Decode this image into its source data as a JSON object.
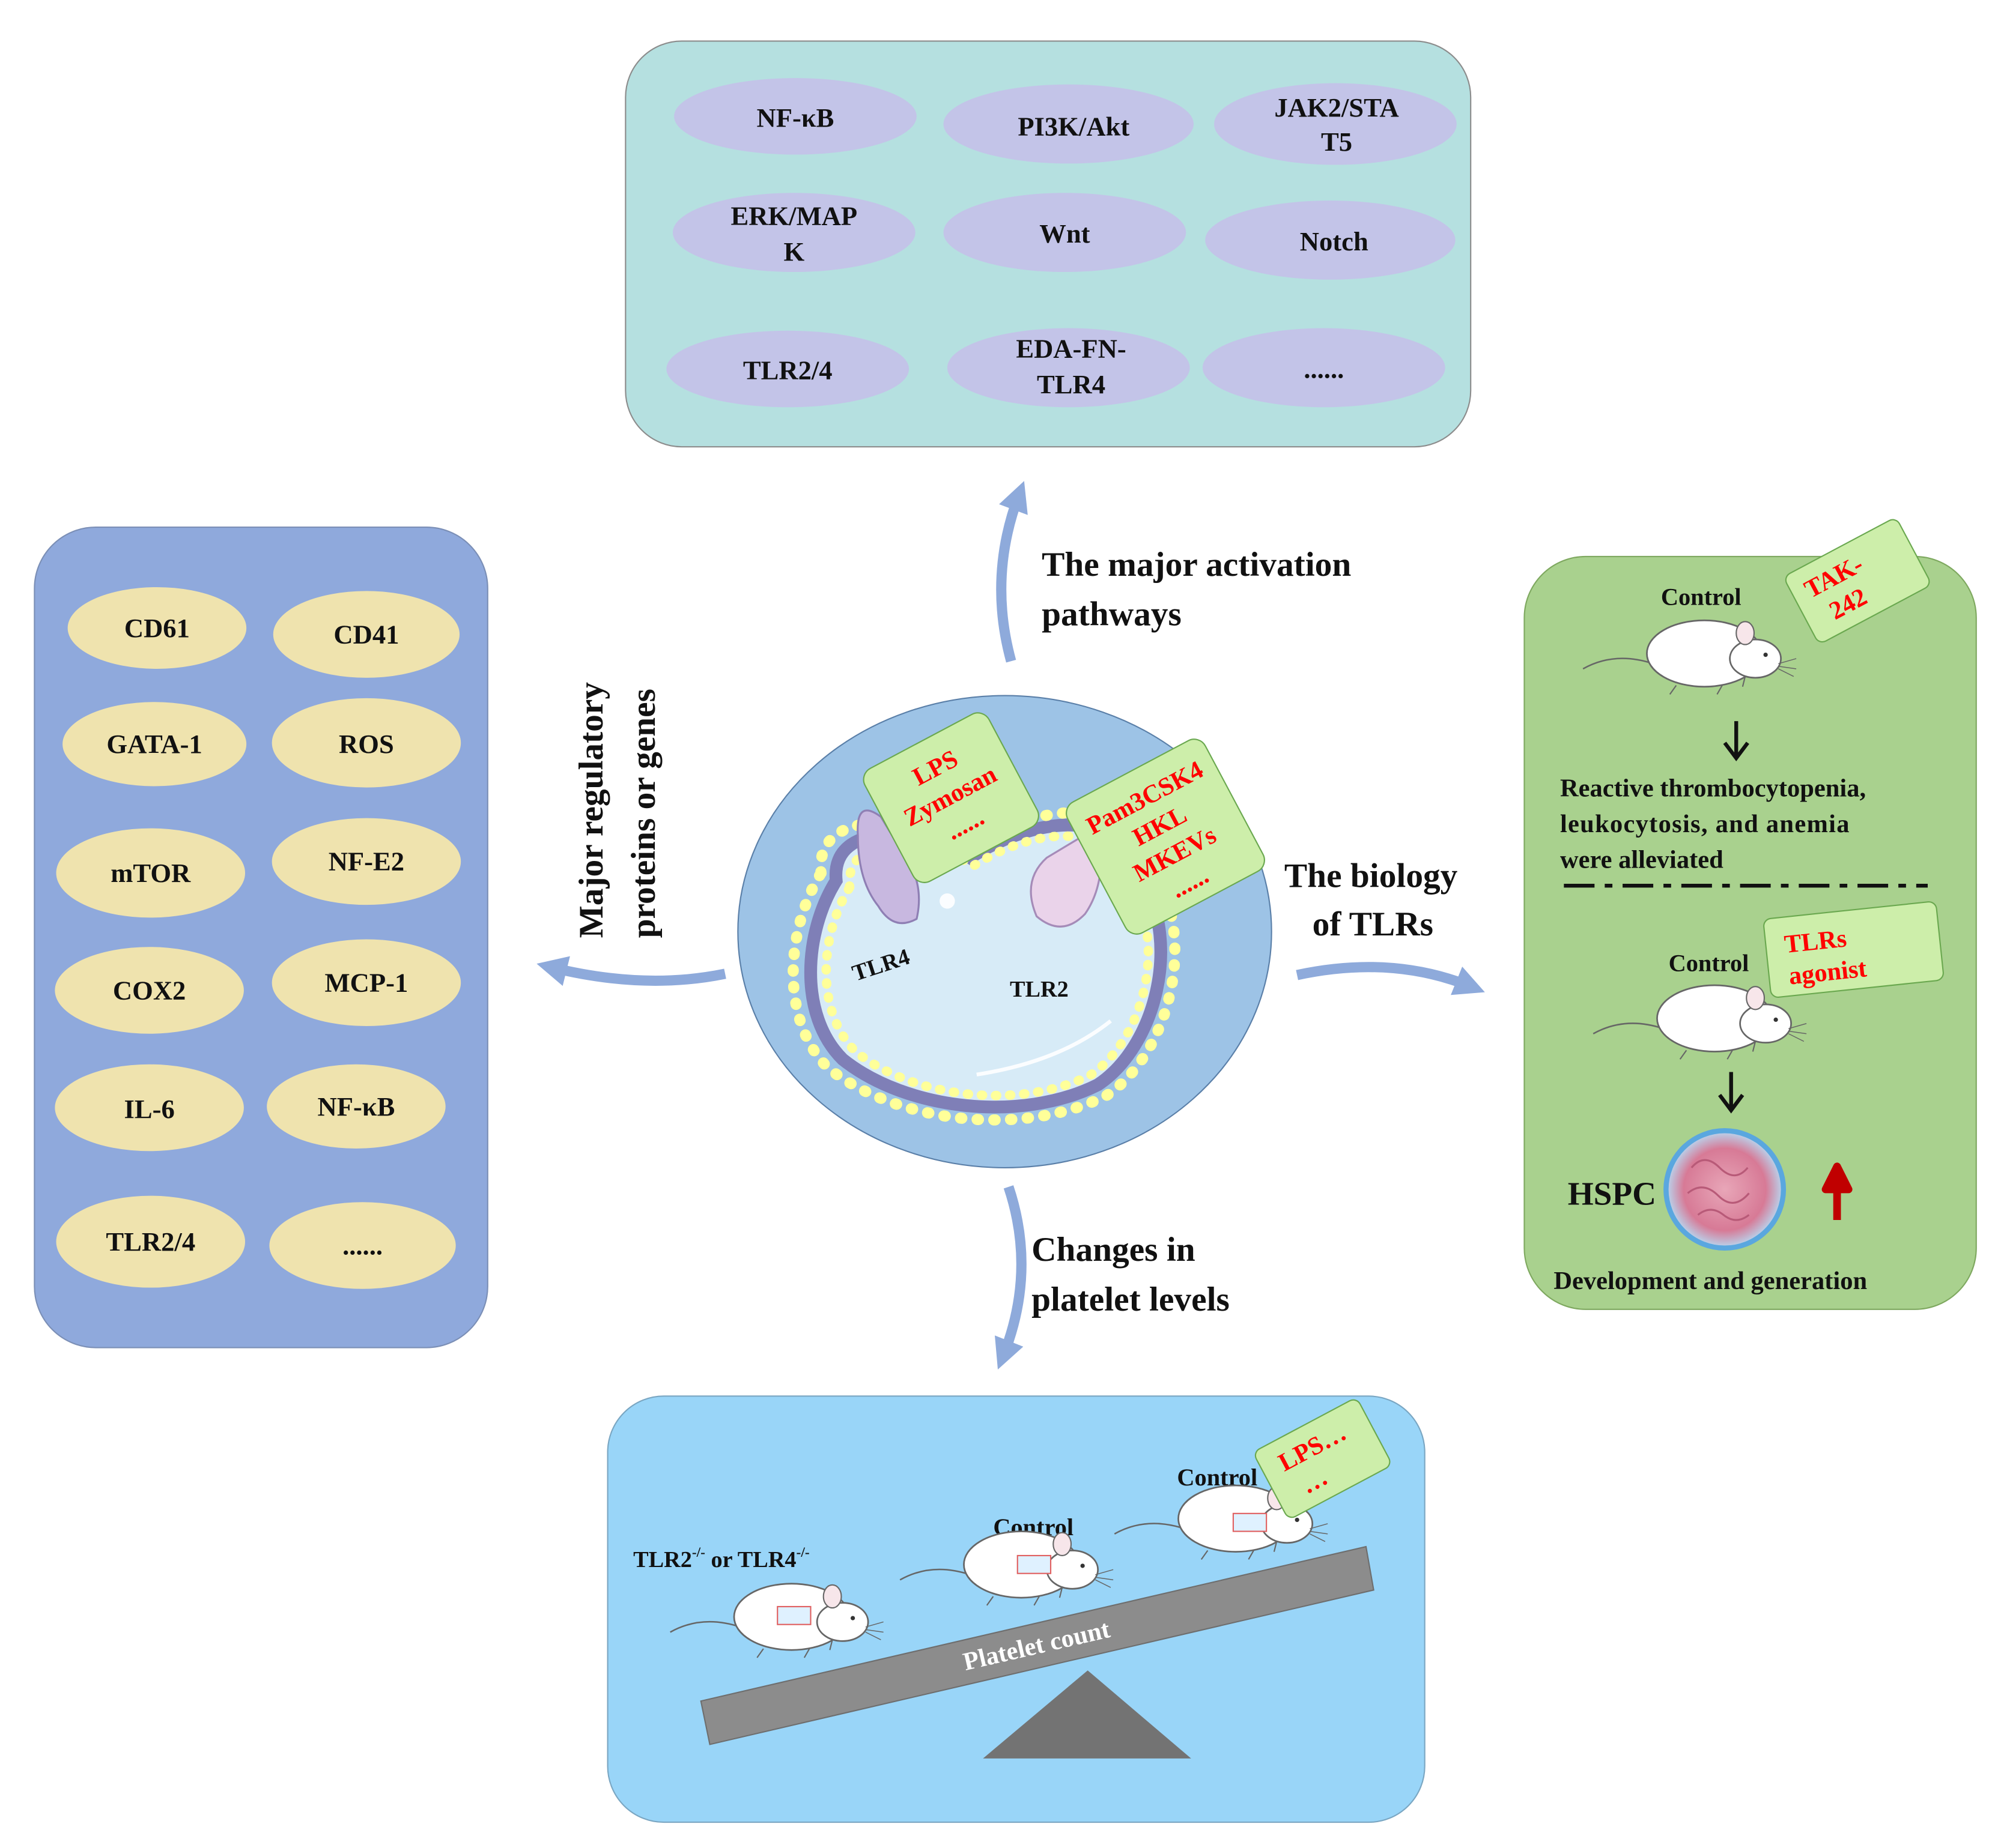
{
  "colors": {
    "pathways_panel": "#b5e0e0",
    "pathway_oval": "#c3c4e8",
    "regulatory_panel": "#8fa9dc",
    "regulatory_oval": "#efe3ae",
    "biology_panel": "#a9d18e",
    "platelet_panel": "#99d5f8",
    "callout_box": "#cdeeaa",
    "arrow": "#8eaadb",
    "red_text": "#ff0000",
    "cell": "#9dc3e6",
    "membrane": "#7f7fb7",
    "lipid_head": "#ffff99",
    "seesaw_beam": "#8c8c8c",
    "fulcrum": "#737373",
    "up_arrow": "#c00000"
  },
  "pathways": {
    "items": [
      "NF-κB",
      "PI3K/Akt",
      "JAK2/STA",
      "T5",
      "ERK/MAP",
      "K",
      "Wnt",
      "Notch",
      "TLR2/4",
      "EDA-FN-",
      "TLR4",
      "......"
    ]
  },
  "regulatory": {
    "items": [
      "CD61",
      "CD41",
      "GATA-1",
      "ROS",
      "mTOR",
      "NF-E2",
      "COX2",
      "MCP-1",
      "IL-6",
      "NF-κB",
      "TLR2/4",
      "......"
    ]
  },
  "center": {
    "ligands_left": [
      "LPS",
      "Zymosan",
      "......"
    ],
    "ligands_right": [
      "Pam3CSK4",
      "HKL",
      "MKEVs",
      "......"
    ],
    "tlr4_label": "TLR4",
    "tlr2_label": "TLR2"
  },
  "arrow_labels": {
    "activation": [
      "The major activation",
      "pathways"
    ],
    "regulatory": [
      "Major regulatory",
      "proteins or genes"
    ],
    "biology": [
      "The biology",
      "of TLRs"
    ],
    "platelet": [
      "Changes in",
      "platelet levels"
    ]
  },
  "biology": {
    "control_top": "Control",
    "inhibitor": [
      "TAK-",
      "242"
    ],
    "result_lines": [
      "Reactive thrombocytopenia,",
      "leukocytosis, and anemia",
      "were alleviated"
    ],
    "control_bottom": "Control",
    "agonist": [
      "TLRs",
      "agonist"
    ],
    "hspc_label": "HSPC",
    "hspc_caption": "Development and generation"
  },
  "platelet": {
    "knockout_prefix": "TLR2",
    "knockout_sup": "-/-",
    "knockout_mid": " or TLR4",
    "knockout_sup2": "-/-",
    "control_mid": "Control",
    "control_right": "Control",
    "lps_lines": [
      "LPS…",
      "…"
    ],
    "beam_label": "Platelet count"
  }
}
